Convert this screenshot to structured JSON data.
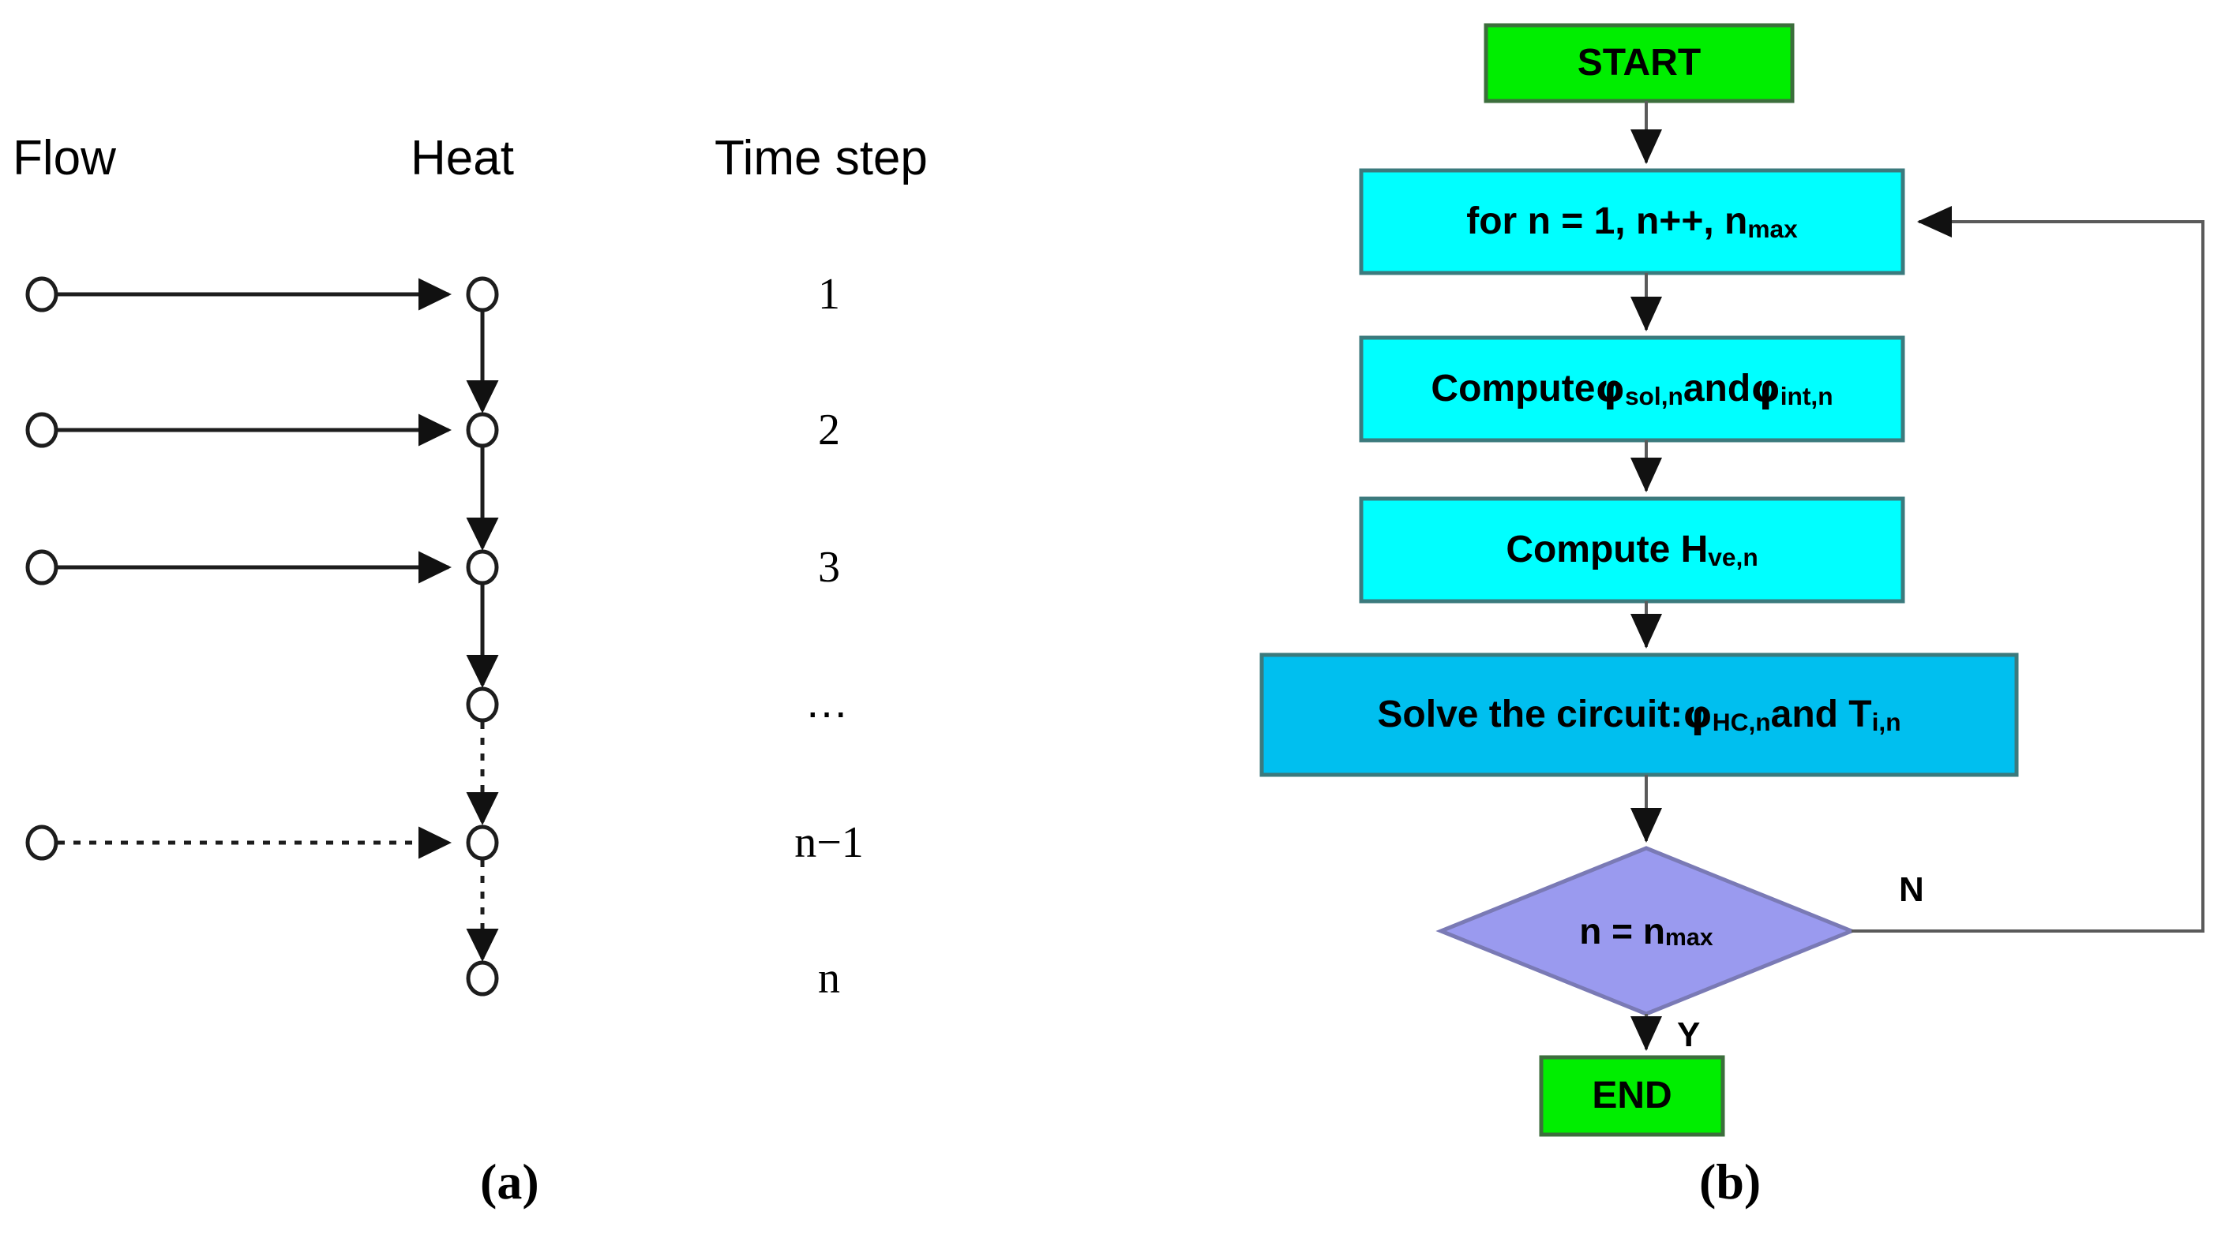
{
  "figure": {
    "panels": [
      {
        "key": "a",
        "caption": "(a)"
      },
      {
        "key": "b",
        "caption": "(b)"
      }
    ]
  },
  "panel_a": {
    "headings": {
      "flow": "Flow",
      "heat": "Heat",
      "time_step": "Time step"
    },
    "time_steps": [
      {
        "label": "1",
        "flow_arrow": "solid",
        "down_arrow": "solid"
      },
      {
        "label": "2",
        "flow_arrow": "solid",
        "down_arrow": "solid"
      },
      {
        "label": "3",
        "flow_arrow": "solid",
        "down_arrow": "solid"
      },
      {
        "label": "…",
        "flow_arrow": "none",
        "down_arrow": "dotted"
      },
      {
        "label": "n−1",
        "flow_arrow": "dotted",
        "down_arrow": "dotted"
      },
      {
        "label": "n",
        "flow_arrow": "none",
        "down_arrow": "none"
      }
    ],
    "node_shape": "open-circle",
    "arrow_head": "filled-triangle"
  },
  "panel_b": {
    "nodes": [
      {
        "id": "start",
        "kind": "terminator",
        "label": "START",
        "fill": "#00ee00",
        "stroke": "#3c6e3c",
        "font_size": 48
      },
      {
        "id": "for-loop",
        "kind": "process",
        "label": "for n = 1, n++, n",
        "label_sub": "max",
        "fill": "#00ffff",
        "stroke": "#3b7a7d",
        "font_size": 48
      },
      {
        "id": "compute-phi",
        "kind": "process",
        "label_parts": [
          "Compute ",
          "φ",
          "sol,n",
          " and ",
          "φ",
          "int,n"
        ],
        "fill": "#00ffff",
        "stroke": "#3b7a7d",
        "font_size": 48
      },
      {
        "id": "compute-hve",
        "kind": "process",
        "label_parts": [
          "Compute H",
          "ve,n"
        ],
        "fill": "#00ffff",
        "stroke": "#3b7a7d",
        "font_size": 48
      },
      {
        "id": "solve-circuit",
        "kind": "process",
        "label_parts": [
          "Solve the circuit: ",
          "φ",
          "HC,n",
          " and T",
          "i,n"
        ],
        "fill": "#00bfef",
        "stroke": "#3b7a7d",
        "font_size": 48
      },
      {
        "id": "decision",
        "kind": "decision",
        "label": "n = n",
        "label_sub": "max",
        "fill": "#9a9aef",
        "stroke": "#7a7ab5",
        "font_size": 46
      },
      {
        "id": "end",
        "kind": "terminator",
        "label": "END",
        "fill": "#00ee00",
        "stroke": "#3c6e3c",
        "font_size": 48
      }
    ],
    "branch_labels": {
      "no": "N",
      "yes": "Y"
    },
    "edges": [
      {
        "from": "start",
        "to": "for-loop",
        "style": "solid-arrow"
      },
      {
        "from": "for-loop",
        "to": "compute-phi",
        "style": "solid-arrow"
      },
      {
        "from": "compute-phi",
        "to": "compute-hve",
        "style": "solid-arrow"
      },
      {
        "from": "compute-hve",
        "to": "solve-circuit",
        "style": "solid-arrow"
      },
      {
        "from": "solve-circuit",
        "to": "decision",
        "style": "solid-arrow"
      },
      {
        "from": "decision",
        "to": "end",
        "style": "solid-arrow",
        "label": "Y"
      },
      {
        "from": "decision",
        "to": "for-loop",
        "style": "feedback-loop",
        "label": "N"
      }
    ]
  },
  "colors": {
    "green": "#00ee00",
    "cyan": "#00ffff",
    "deep_sky_blue": "#00bfef",
    "periwinkle": "#9a9aef",
    "line": "#4a4a4a",
    "text": "#000000",
    "background": "#ffffff"
  }
}
